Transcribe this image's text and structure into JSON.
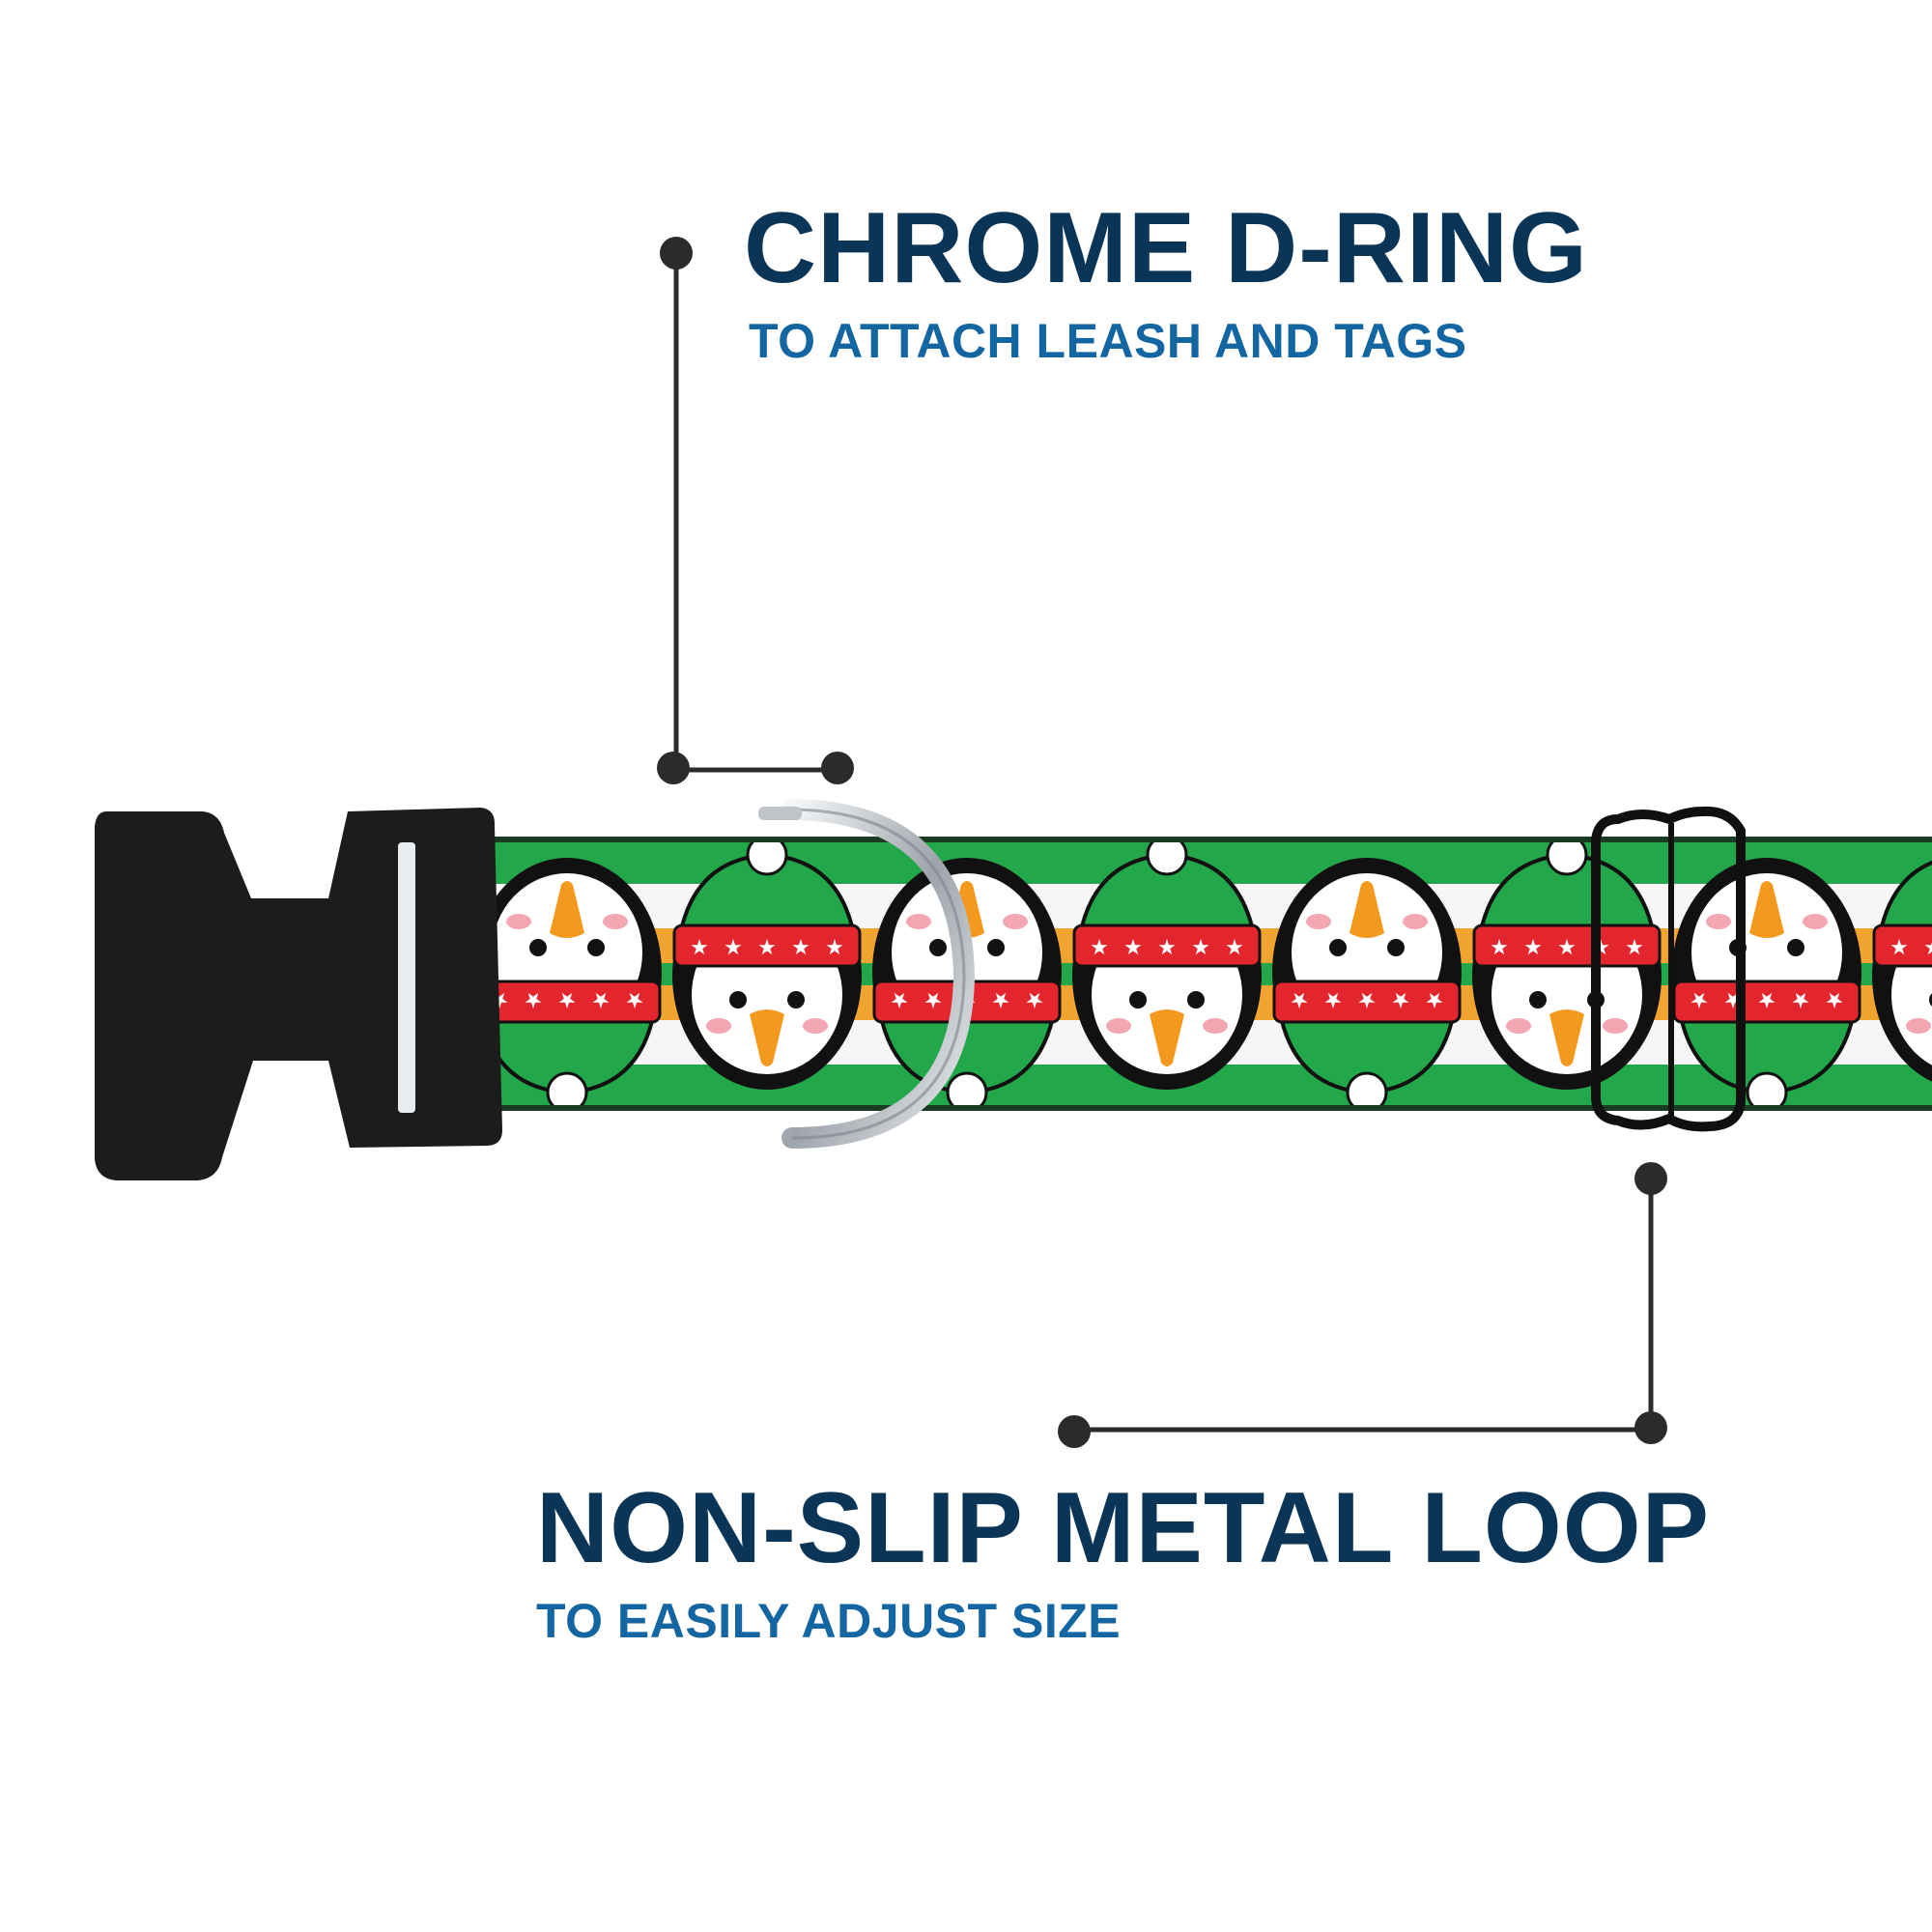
{
  "colors": {
    "title": "#0b3557",
    "subtitle": "#1466a3",
    "leader": "#2b2b2b",
    "strap_green": "#22a84a",
    "strap_white": "#f6f6f6",
    "strap_orange": "#f2a431",
    "strap_edge": "#1a3a22",
    "hat_red": "#e3262d",
    "penguin_black": "#111111",
    "beak_orange": "#f39a1e",
    "cheek_pink": "#f3a7b2",
    "buckle": "#1c1c1c",
    "chrome": "#c9cdd2",
    "slider": "#101010"
  },
  "callouts": {
    "dring": {
      "title": "CHROME D-RING",
      "subtitle": "TO ATTACH LEASH AND TAGS"
    },
    "loop": {
      "title": "NON-SLIP METAL LOOP",
      "subtitle": "TO EASILY ADJUST SIZE"
    }
  },
  "product": {
    "name": "collar-illustration",
    "parts": [
      "side-release-buckle-icon",
      "d-ring-icon",
      "slider-loop-icon",
      "penguin-pattern-icon"
    ]
  }
}
